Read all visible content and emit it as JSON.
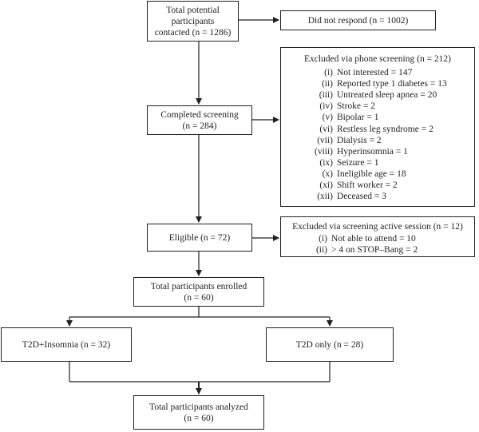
{
  "boxes": {
    "contacted": [
      "Total potential",
      "participants",
      "contacted (n = 1286)"
    ],
    "no_response": "Did not respond (n = 1002)",
    "completed": [
      "Completed screening",
      "(n = 284)"
    ],
    "eligible": "Eligible (n = 72)",
    "enrolled": [
      "Total participants enrolled",
      "(n = 60)"
    ],
    "t2d_insomnia": "T2D+Insomnia (n = 32)",
    "t2d_only": "T2D only (n = 28)",
    "analyzed": [
      "Total participants analyzed",
      "(n = 60)"
    ]
  },
  "phone_exclusion": {
    "title": "Excluded via phone screening (n = 212)",
    "items": [
      {
        "num": "(i)",
        "text": "Not interested = 147"
      },
      {
        "num": "(ii)",
        "text": "Reported type 1 diabetes = 13"
      },
      {
        "num": "(iii)",
        "text": "Untreated sleep apnea = 20"
      },
      {
        "num": "(iv)",
        "text": "Stroke = 2"
      },
      {
        "num": "(v)",
        "text": "Bipolar = 1"
      },
      {
        "num": "(vi)",
        "text": "Restless leg syndrome = 2"
      },
      {
        "num": "(vii)",
        "text": "Dialysis = 2"
      },
      {
        "num": "(viii)",
        "text": "Hyperinsomnia = 1"
      },
      {
        "num": "(ix)",
        "text": "Seizure = 1"
      },
      {
        "num": "(x)",
        "text": "Ineligible age = 18"
      },
      {
        "num": "(xi)",
        "text": "Shift worker = 2"
      },
      {
        "num": "(xii)",
        "text": "Deceased = 3"
      }
    ]
  },
  "session_exclusion": {
    "title": "Excluded via screening active session (n = 12)",
    "items": [
      {
        "num": "(i)",
        "text": "Not able to attend = 10"
      },
      {
        "num": "(ii)",
        "text": "> 4 on STOP–Bang = 2"
      }
    ]
  }
}
